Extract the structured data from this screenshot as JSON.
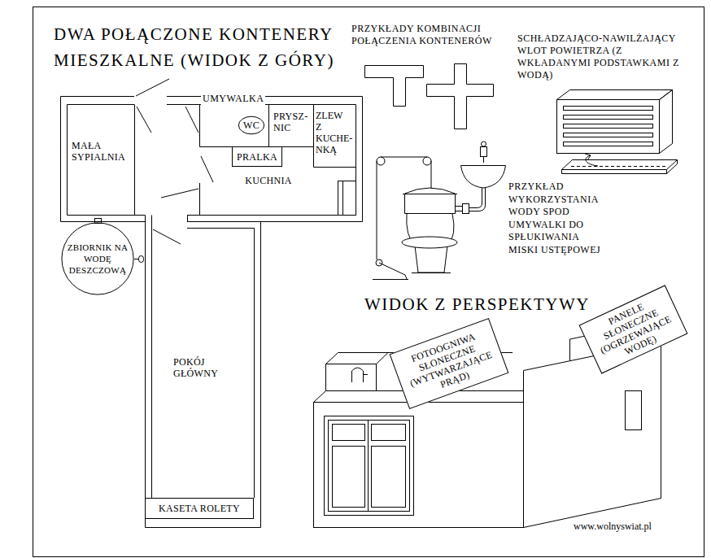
{
  "diagram": {
    "title": "DWA POŁĄCZONE KONTENERY MIESZKALNE (WIDOK Z GÓRY)",
    "nodes": [
      {
        "text": [
          "MAŁA SYPIALNIA"
        ]
      },
      {
        "text": [
          "WC"
        ]
      },
      {
        "text": [
          "PRYSZ- NIC"
        ]
      },
      {
        "text": [
          "ZLEW Z KUCHE- NKĄ"
        ]
      },
      {
        "text": [
          "PRALKA"
        ]
      },
      {
        "text": [
          "KUCHNIA"
        ]
      },
      {
        "text": [
          "ZBIORNIK NA WODĘ DESZCZOWĄ"
        ]
      },
      {
        "text": [
          "POKÓJ GŁÓWNY"
        ]
      },
      {
        "text": [
          "KASETA ROLETY"
        ],
        "in": 7
      },
      {
        "text": [
          "FOTOOGNIWA SŁONECZNE (WYTWARZAJĄCE PRĄD)"
        ]
      },
      {
        "text": [
          "PANELE SŁONECZNE (OGRZEWAJĄCE WODĘ)"
        ]
      }
    ],
    "labels": [
      "PRZYKŁADY KOMBINACJI POŁĄCZENIA KONTENERÓW",
      "SCHŁADZAJĄCO-NAWILŻAJĄCY WLOT POWIETRZA (Z WKŁADANYMI PODSTAWKAMI Z WODĄ)",
      "UMYWALKA",
      "PRZYKŁAD WYKORZYSTANIA WODY SPOD UMYWALKI DO SPŁUKIWANIA MISKI USTĘPOWEJ",
      "WIDOK Z PERSPEKTYWY",
      "www.wolnyswiat.pl"
    ]
  }
}
